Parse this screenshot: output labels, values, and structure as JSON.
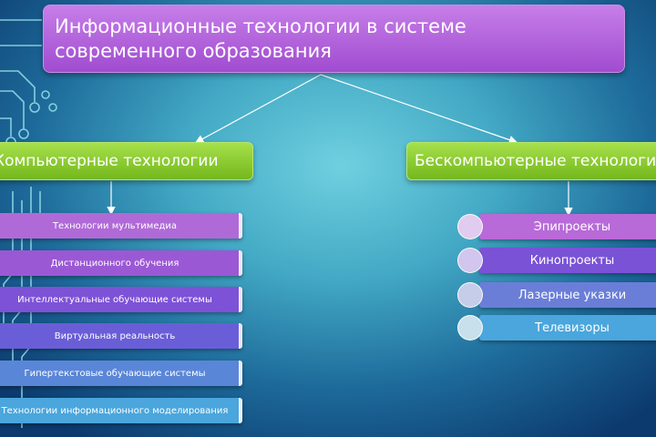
{
  "title": "Информационные технологии в системе современного образования",
  "categories": [
    {
      "label": "Компьютерные технологии",
      "items": [
        {
          "label": "Технологии мультимедиа",
          "color": "#b06ad8"
        },
        {
          "label": "Дистанционного обучения",
          "color": "#9b58d4"
        },
        {
          "label": "Интеллектуальные обучающие системы",
          "color": "#7d52d6"
        },
        {
          "label": "Виртуальная реальность",
          "color": "#6a5ed8"
        },
        {
          "label": "Гипертекстовые обучающие системы",
          "color": "#5a86d8"
        },
        {
          "label": "Технологии информационного моделирования",
          "color": "#4aa6dc"
        }
      ]
    },
    {
      "label": "Бескомпьютерные технологии",
      "items": [
        {
          "label": "Эпипроекты",
          "color": "#b86ad8",
          "bullet_color": "#e0ccee"
        },
        {
          "label": "Кинопроекты",
          "color": "#7a52d6",
          "bullet_color": "#d2c6ee"
        },
        {
          "label": "Лазерные указки",
          "color": "#6a7ed8",
          "bullet_color": "#c6cde8"
        },
        {
          "label": "Телевизоры",
          "color": "#4aa6dc",
          "bullet_color": "#c8e0ec"
        }
      ]
    }
  ]
}
